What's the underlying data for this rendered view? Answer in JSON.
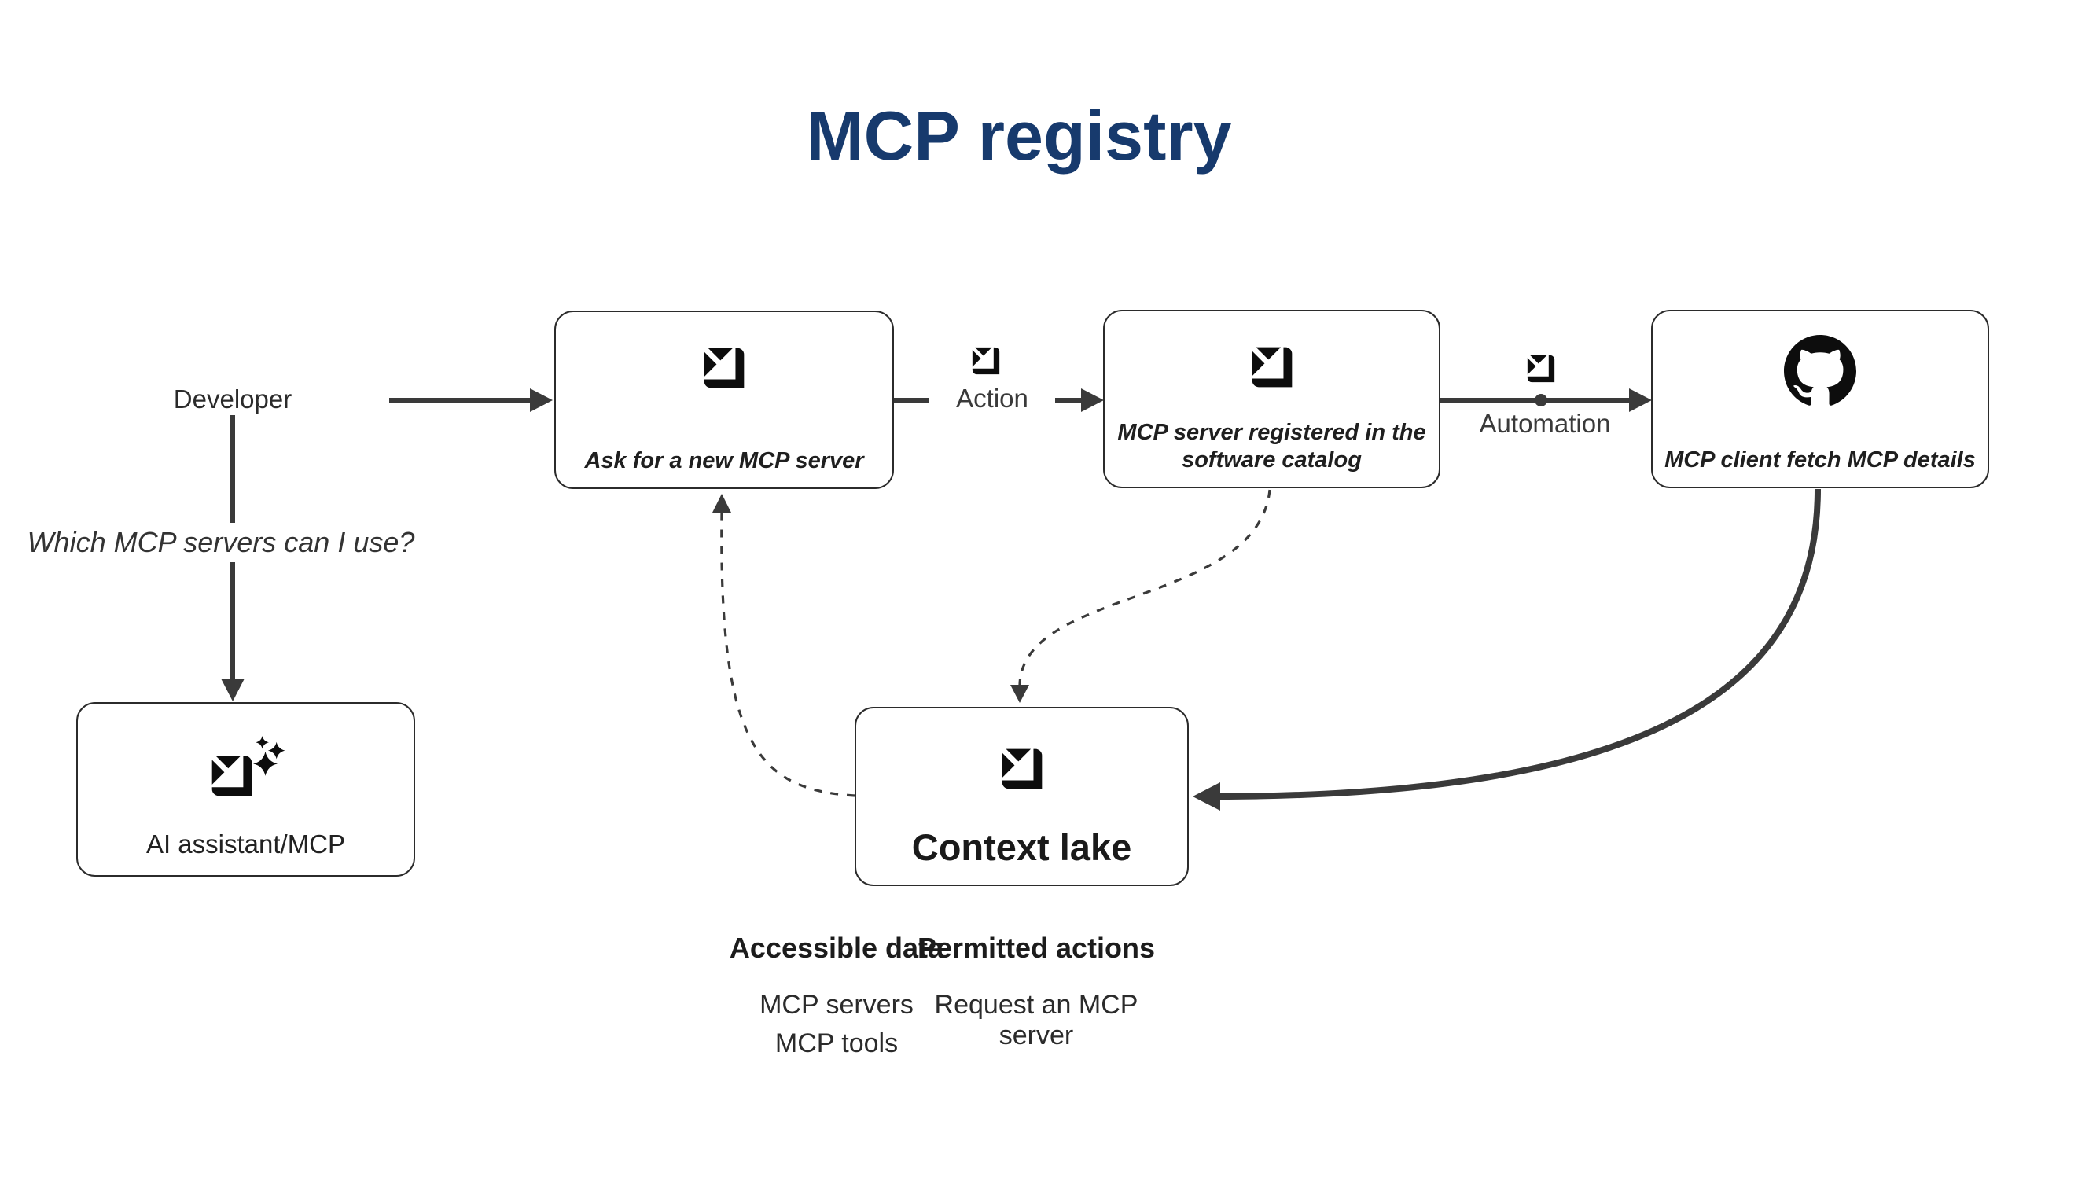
{
  "title": "MCP registry",
  "colors": {
    "title": "#173a6d",
    "line": "#3a3a3a",
    "text": "#2b2b2b",
    "icon": "#0d0d0d",
    "background": "#ffffff"
  },
  "actors": {
    "developer": "Developer",
    "question": "Which MCP servers can I use?"
  },
  "nodes": {
    "ai_assistant": {
      "label": "AI assistant/MCP",
      "icon": "port-sparkles-icon"
    },
    "ask_server": {
      "label": "Ask for a new MCP server",
      "icon": "port-icon"
    },
    "registered": {
      "label": "MCP server registered in the software catalog",
      "icon": "port-icon"
    },
    "mcp_client": {
      "label": "MCP client fetch MCP details",
      "icon": "github-icon"
    },
    "context_lake": {
      "label": "Context lake",
      "icon": "port-icon"
    }
  },
  "edges": {
    "action": "Action",
    "automation": "Automation"
  },
  "footer": {
    "columns": [
      {
        "header": "Accessible data",
        "items": [
          "MCP servers",
          "MCP tools"
        ]
      },
      {
        "header": "Permitted actions",
        "items": [
          "Request an MCP server"
        ]
      }
    ]
  }
}
